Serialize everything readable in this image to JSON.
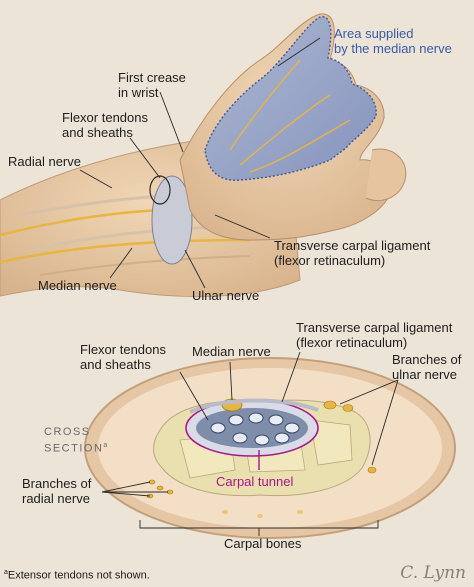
{
  "labels": {
    "area_supplied": "Area supplied\nby the median nerve",
    "first_crease": "First crease\nin wrist",
    "flexor_tendons_top": "Flexor tendons\nand sheaths",
    "radial_nerve": "Radial nerve",
    "transverse_top": "Transverse carpal ligament\n(flexor retinaculum)",
    "median_nerve_top": "Median nerve",
    "ulnar_nerve": "Ulnar nerve",
    "transverse_bottom": "Transverse carpal ligament\n(flexor retinaculum)",
    "flexor_tendons_bottom": "Flexor tendons\nand sheaths",
    "median_nerve_bottom": "Median nerve",
    "branches_ulnar": "Branches of\nulnar nerve",
    "cross_section": "CROSS\nSECTION",
    "cross_section_mark": "a",
    "branches_radial": "Branches of\nradial nerve",
    "carpal_tunnel": "Carpal tunnel",
    "carpal_bones": "Carpal bones",
    "footnote_mark": "a",
    "footnote": "Extensor tendons not shown.",
    "signature": "C. Lynn"
  },
  "colors": {
    "background": "#ece4d7",
    "skin": "#e9cdaa",
    "median_area": "#8fa0c8",
    "median_area_outline": "#39549f",
    "nerve": "#e9b437",
    "tunnel_outline": "#a8188c",
    "bone": "#eadfae"
  }
}
